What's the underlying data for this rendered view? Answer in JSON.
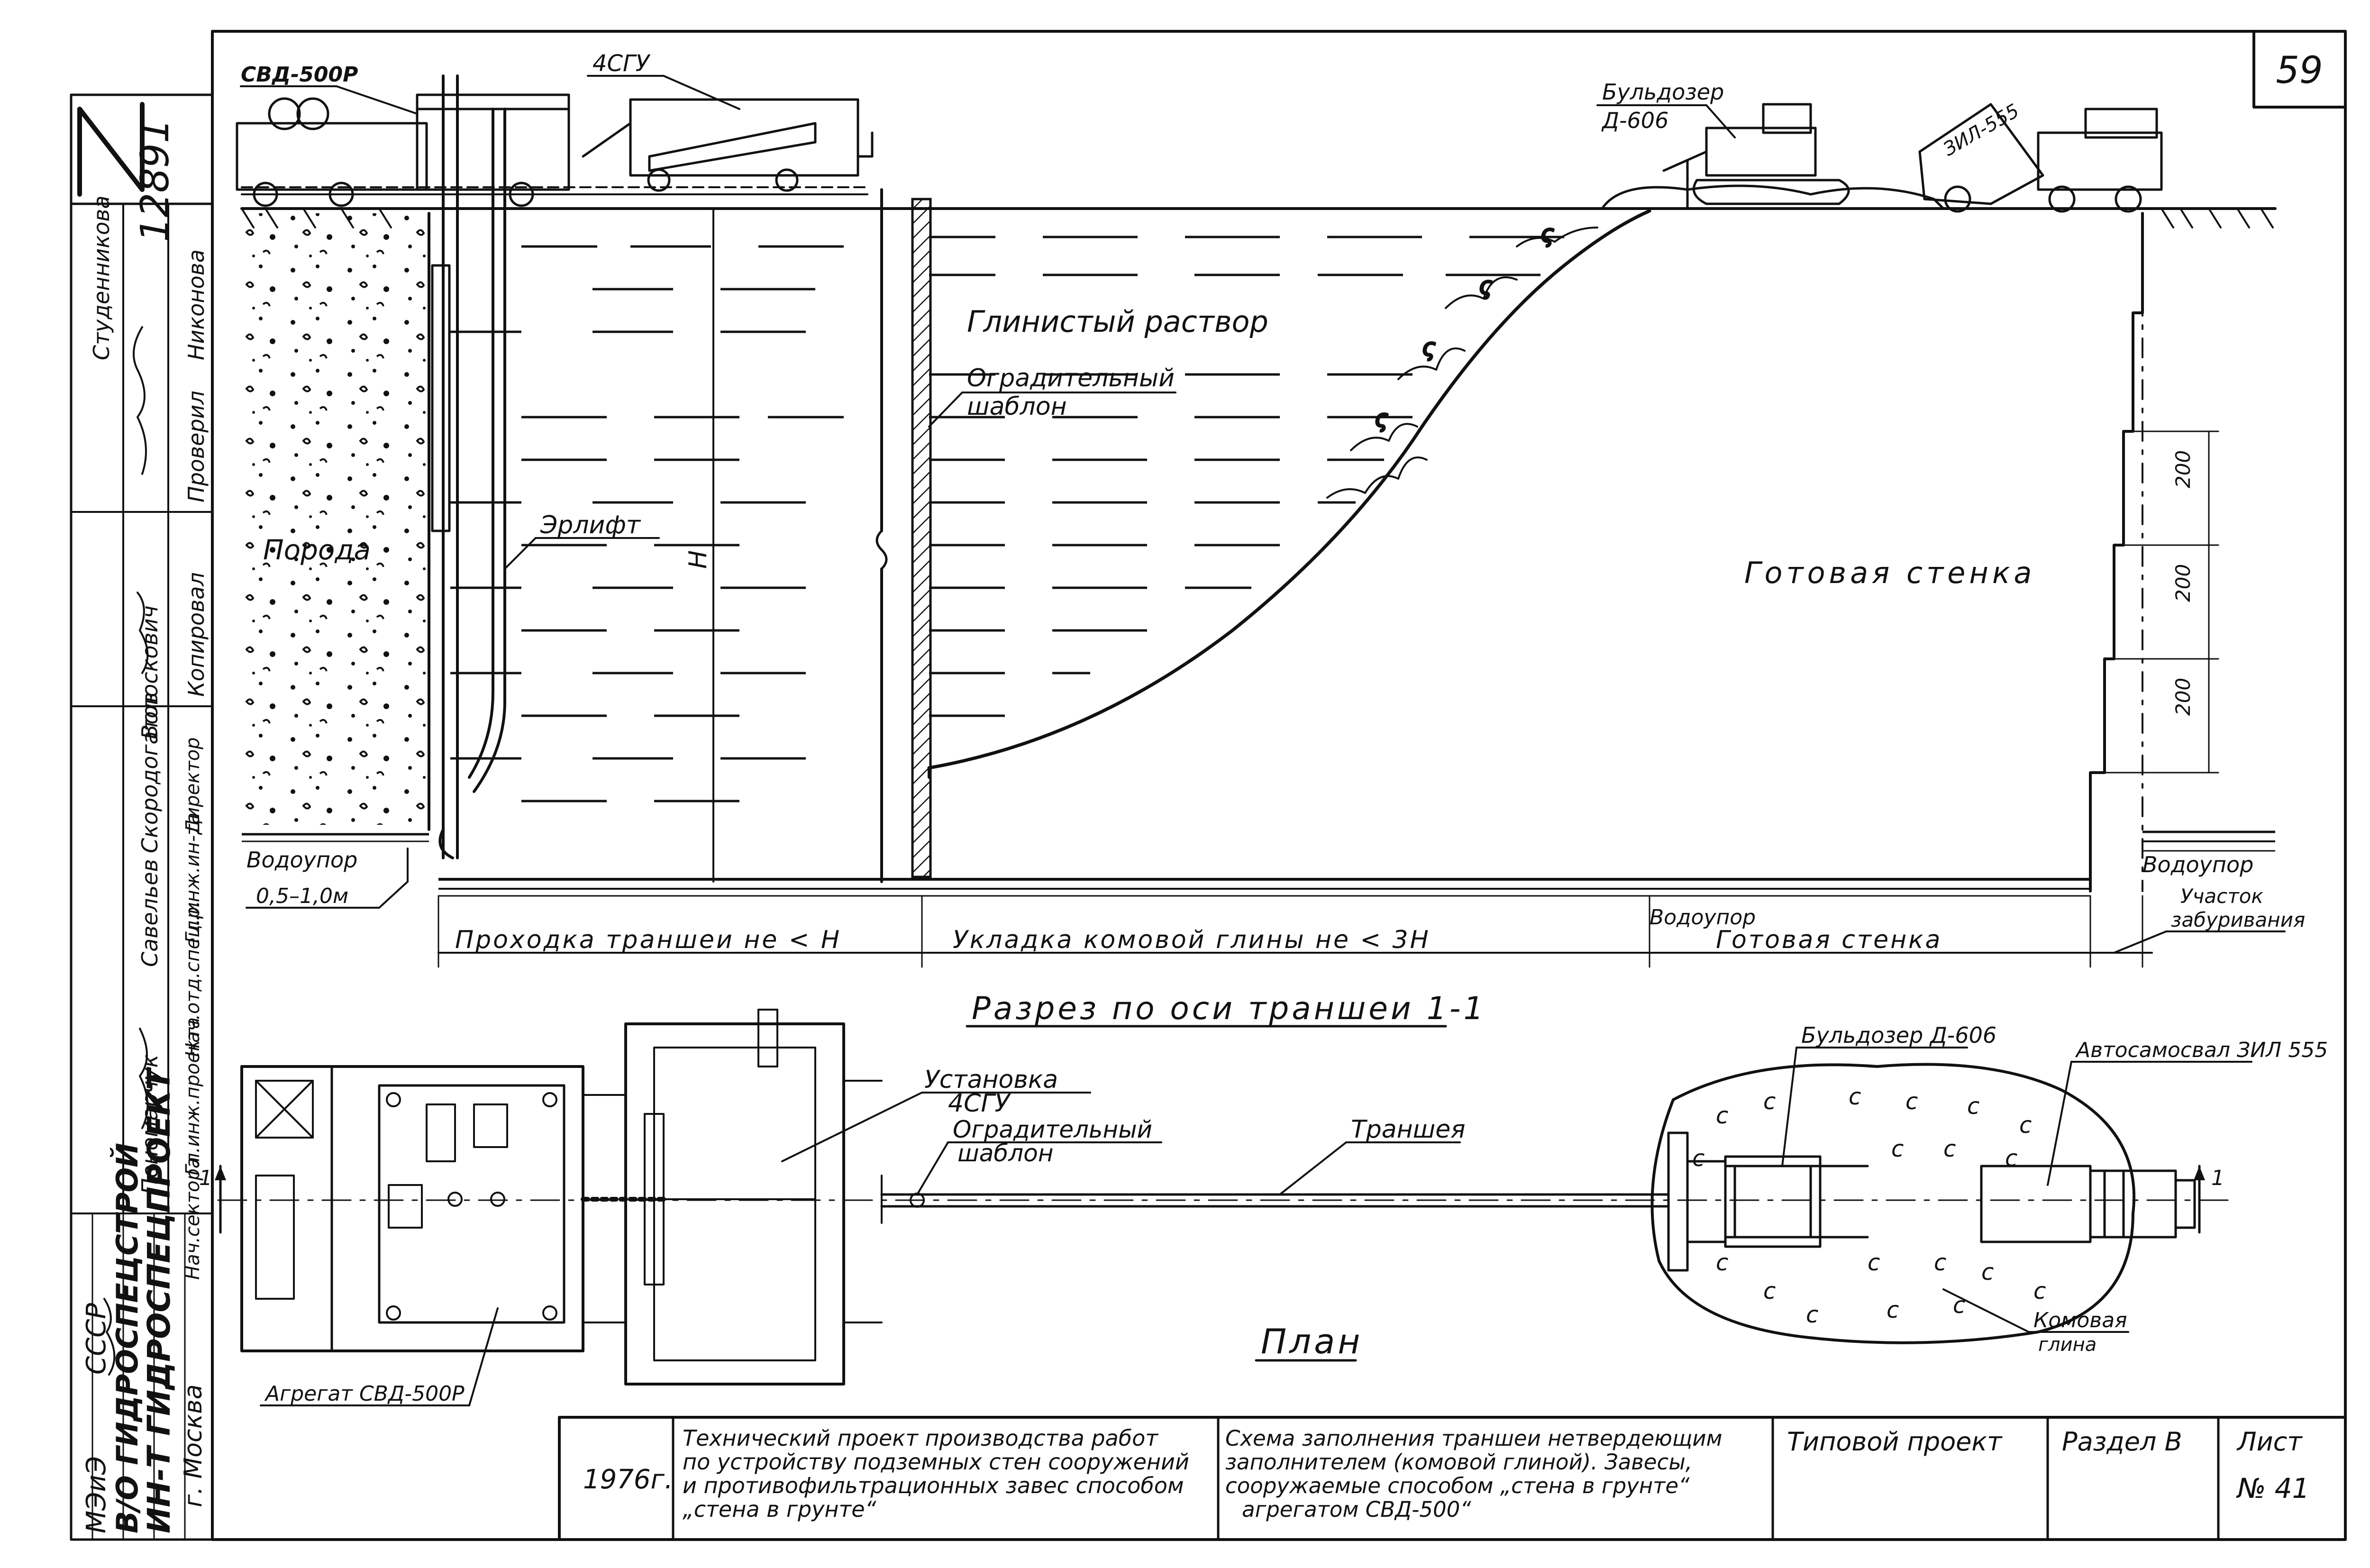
{
  "sheet": {
    "page_number": "59",
    "inventory_number": "12891",
    "year": "1976г.",
    "project_title": "Технический проект производства работ по устройству подземных стен сооружений и противофильтрационных завес способом „стена в грунте“",
    "project_title_lines": [
      "Технический проект производства работ",
      "по устройству подземных стен сооружений",
      "и противофильтрационных завес способом",
      "„стена в грунте“"
    ],
    "drawing_title": "Схема заполнения траншеи нетвердеющим заполнителем (комовой глиной). Завесы, сооружаемые способом „стена в грунте“ агрегатом СВД-500",
    "drawing_title_lines": [
      "Схема заполнения траншеи нетвердеющим",
      "заполнителем (комовой глиной). Завесы,",
      "сооружаемые способом „стена в грунте“",
      "агрегатом СВД-500“"
    ],
    "type_label": "Типовой проект",
    "section_label": "Раздел В",
    "sheet_label": "Лист",
    "sheet_number": "№ 41"
  },
  "organization": {
    "ministry": "СССР",
    "ministry_abbr": "МЭиЭ",
    "trust": "В/О ГИДРОСПЕЦСТРОЙ",
    "institute": "ИН-Т ГИДРОСПЕЦПРОЕКТ",
    "city": "г. Москва"
  },
  "stamp": {
    "roles": [
      "Нач.сектора",
      "Гл.инж.проекта",
      "Нач.отд.спец.р.",
      "Гл.инж.ин-та",
      "Директор"
    ],
    "names": [
      "Пономарчук",
      "Савельев",
      "Скородогатов",
      "Волоскович",
      ""
    ],
    "right_roles": [
      "Копировал",
      "Проверил",
      "Студенникова"
    ],
    "right_names": [
      "",
      "",
      "Никонова"
    ]
  },
  "section": {
    "title": "Разрез по оси траншеи 1-1",
    "equipment": {
      "svd_label": "СВД-500Р",
      "sgu_label": "4СГУ",
      "bulldozer_label": "Бульдозер Д-606",
      "bulldozer_lines": [
        "Бульдозер",
        "Д-606"
      ],
      "truck_body_text": "ЗИЛ-555"
    },
    "labels": {
      "slurry": "Глинистый раствор",
      "shield": "Оградительный шаблон",
      "shield_lines": [
        "Оградительный",
        "шаблон"
      ],
      "airlift": "Эрлифт",
      "rock": "Порода",
      "depth_letter": "Н",
      "finished_wall": "Готовая стенка",
      "aquitard_left": "Водоупор",
      "aquitard_depth": "0,5–1,0м",
      "aquitard_right": "Водоупор",
      "drilling_zone": "Участок забуривания",
      "drilling_zone_lines": [
        "Участок",
        "забуривания"
      ]
    },
    "steps": [
      "200",
      "200",
      "200"
    ],
    "bottom_dims": {
      "trench_cut": "Проходка траншеи не < Н",
      "clay_placement": "Укладка комовой глины не < 3Н",
      "aquitard_mid": "Водоупор",
      "finished_wall_mid": "Готовая стенка"
    }
  },
  "plan": {
    "title": "План",
    "labels": {
      "sgu_unit": "Установка 4СГУ",
      "sgu_unit_lines": [
        "Установка",
        "4СГУ"
      ],
      "shield": "Оградительный шаблон",
      "shield_lines": [
        "Оградительный",
        "шаблон"
      ],
      "trench": "Траншея",
      "bulldozer": "Бульдозер Д-606",
      "dump_truck": "Автосамосвал ЗИЛ 555",
      "lump_clay": "Комовая глина",
      "lump_clay_lines": [
        "Комовая",
        "глина"
      ],
      "aggregate": "Агрегат СВД-500Р",
      "cut_left": "1",
      "cut_right": "1"
    }
  }
}
